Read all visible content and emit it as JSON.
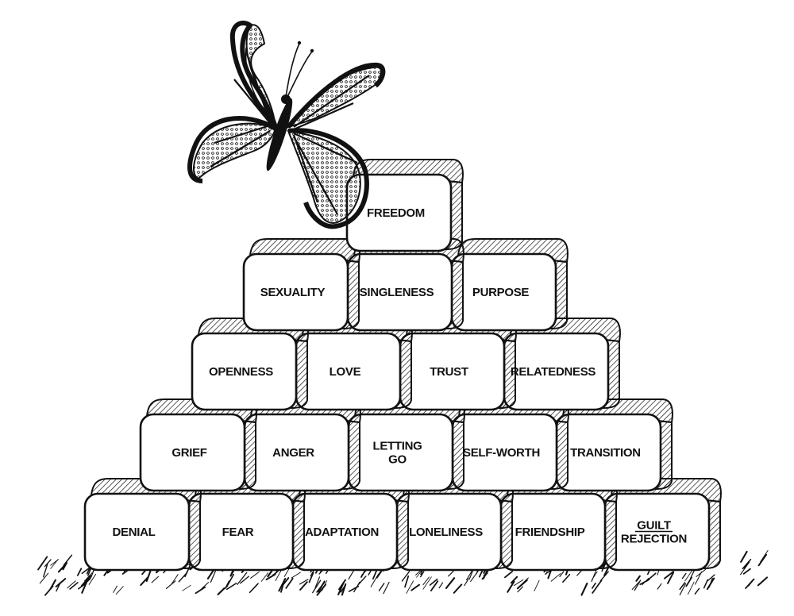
{
  "diagram": {
    "rows": [
      {
        "row": 1,
        "blocks": [
          [
            "DENIAL"
          ],
          [
            "FEAR"
          ],
          [
            "ADAPTATION"
          ],
          [
            "LONELINESS"
          ],
          [
            "FRIENDSHIP"
          ],
          [
            "GUILT",
            "REJECTION"
          ]
        ]
      },
      {
        "row": 2,
        "blocks": [
          [
            "GRIEF"
          ],
          [
            "ANGER"
          ],
          [
            "LETTING",
            "GO"
          ],
          [
            "SELF-WORTH"
          ],
          [
            "TRANSITION"
          ]
        ]
      },
      {
        "row": 3,
        "blocks": [
          [
            "OPENNESS"
          ],
          [
            "LOVE"
          ],
          [
            "TRUST"
          ],
          [
            "RELATEDNESS"
          ]
        ]
      },
      {
        "row": 4,
        "blocks": [
          [
            "SEXUALITY"
          ],
          [
            "SINGLENESS"
          ],
          [
            "PURPOSE"
          ]
        ]
      },
      {
        "row": 5,
        "blocks": [
          [
            "FREEDOM"
          ]
        ]
      }
    ],
    "illustration": "butterfly-icon"
  }
}
